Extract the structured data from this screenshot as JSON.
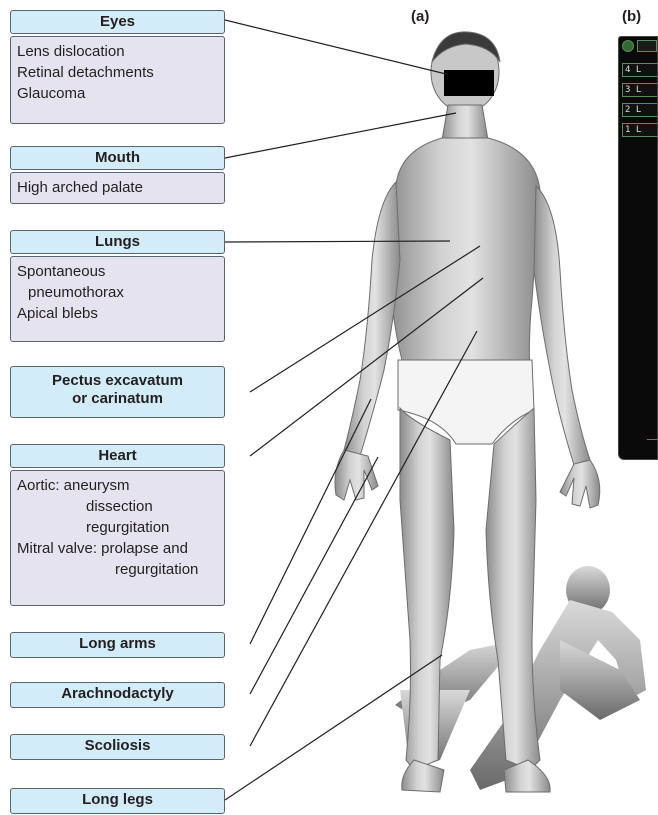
{
  "panels": {
    "a": "(a)",
    "b": "(b)"
  },
  "features": [
    {
      "id": "eyes",
      "title": "Eyes",
      "lines": [
        "Lens dislocation",
        "Retinal detachments",
        "Glaucoma"
      ]
    },
    {
      "id": "mouth",
      "title": "Mouth",
      "lines": [
        "High arched palate"
      ]
    },
    {
      "id": "lungs",
      "title": "Lungs",
      "lines": [
        "Spontaneous",
        "pneumothorax",
        "Apical blebs"
      ]
    },
    {
      "id": "pectus",
      "title_lines": [
        "Pectus excavatum",
        "or carinatum"
      ]
    },
    {
      "id": "heart",
      "title": "Heart",
      "lines": [
        "Aortic:  aneurysm",
        "dissection",
        "regurgitation",
        "Mitral valve: prolapse and",
        "regurgitation"
      ]
    },
    {
      "id": "long-arms",
      "title": "Long arms"
    },
    {
      "id": "arachnodactyly",
      "title": "Arachnodactyly"
    },
    {
      "id": "scoliosis",
      "title": "Scoliosis"
    },
    {
      "id": "long-legs",
      "title": "Long legs"
    }
  ],
  "monitor": {
    "rows": [
      "4 L",
      "3 L",
      "2 L",
      "1 L"
    ]
  },
  "colors": {
    "header_fill": "#d3ecf9",
    "body_fill": "#e6e3f1",
    "border": "#5a6470",
    "monitor_bg": "#0a0a0a"
  }
}
